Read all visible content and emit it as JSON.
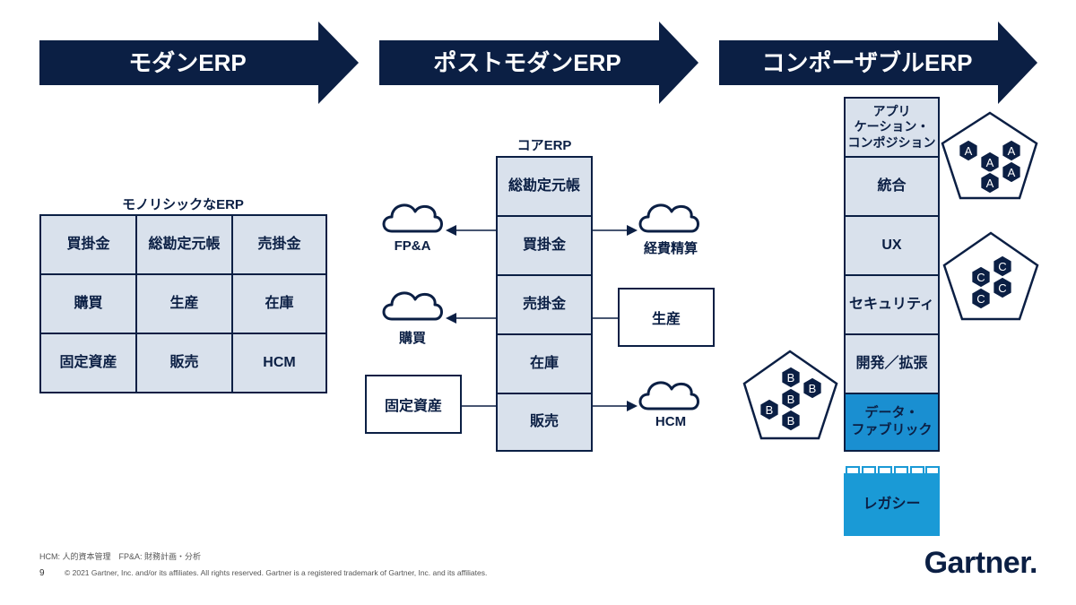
{
  "colors": {
    "navy": "#0b1f44",
    "cell_fill": "#d9e1ec",
    "accent_blue": "#1a8fd1",
    "legacy_blue": "#1a9ad6"
  },
  "arrows": [
    "モダンERP",
    "ポストモダンERP",
    "コンポーザブルERP"
  ],
  "modern": {
    "title": "モノリシックなERP",
    "cells": [
      [
        "買掛金",
        "総勘定元帳",
        "売掛金"
      ],
      [
        "購買",
        "生産",
        "在庫"
      ],
      [
        "固定資産",
        "販売",
        "HCM"
      ]
    ]
  },
  "postmodern": {
    "core_title": "コアERP",
    "core_cells": [
      "総勘定元帳",
      "買掛金",
      "売掛金",
      "在庫",
      "販売"
    ],
    "left_fpa": "FP&A",
    "left_purchase": "購買",
    "left_fixed_assets": "固定資産",
    "right_expense": "経費精算",
    "right_production": "生産",
    "right_hcm": "HCM"
  },
  "composable": {
    "stack": [
      "アプリ\nケーション・\nコンポジション",
      "統合",
      "UX",
      "セキュリティ",
      "開発／拡張",
      "データ・\nファブリック"
    ],
    "legacy": "レガシー",
    "hex_a": "A",
    "hex_b": "B",
    "hex_c": "C"
  },
  "footer": {
    "note": "HCM: 人的資本管理　FP&A: 財務計画・分析",
    "page_number": "9",
    "copyright": "© 2021 Gartner, Inc. and/or its affiliates. All rights reserved. Gartner is a registered trademark of Gartner, Inc. and its affiliates.",
    "logo": "Gartner."
  }
}
